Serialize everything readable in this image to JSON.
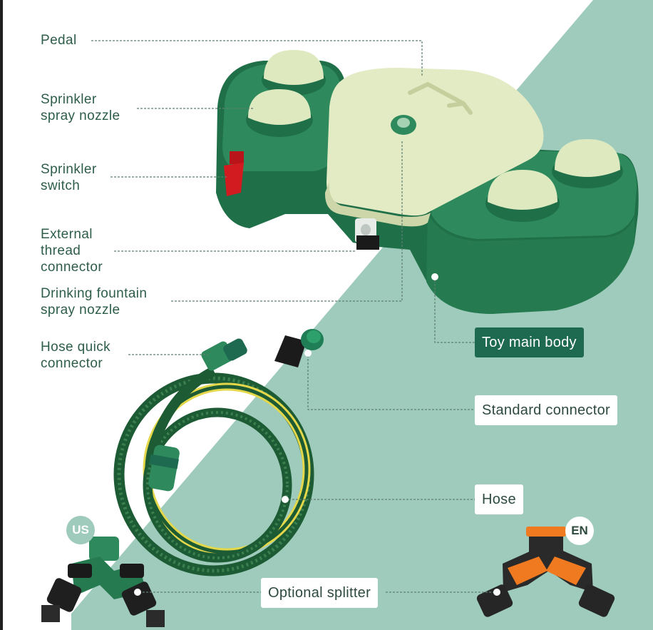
{
  "colors": {
    "background": "#ffffff",
    "diagonal_band": "#9ecbbb",
    "label_text": "#2e5d4a",
    "leader_line": "#5d7f70",
    "dark_tag": "#1e6a51",
    "product_green": "#2e8a5c",
    "product_cream": "#e3ebc4",
    "hose_yellow": "#e4d84a",
    "splitter_orange": "#f07a20"
  },
  "labels": {
    "pedal": "Pedal",
    "sprinkler_nozzle": "Sprinkler\nspray nozzle",
    "sprinkler_switch": "Sprinkler\nswitch",
    "external_thread": "External\nthread\nconnector",
    "drinking_fountain": "Drinking fountain\nspray nozzle",
    "hose_quick": "Hose quick\nconnector"
  },
  "tags": {
    "toy_main_body": "Toy main body",
    "standard_connector": "Standard connector",
    "hose": "Hose",
    "optional_splitter": "Optional splitter"
  },
  "regions": {
    "us": "US",
    "en": "EN"
  },
  "icons": {
    "product_body": "sprinkler-toy-body-illustration",
    "hose": "coiled-hose-illustration",
    "standard_connector": "standard-connector-illustration",
    "us_splitter": "us-splitter-illustration",
    "en_splitter": "en-splitter-illustration"
  }
}
